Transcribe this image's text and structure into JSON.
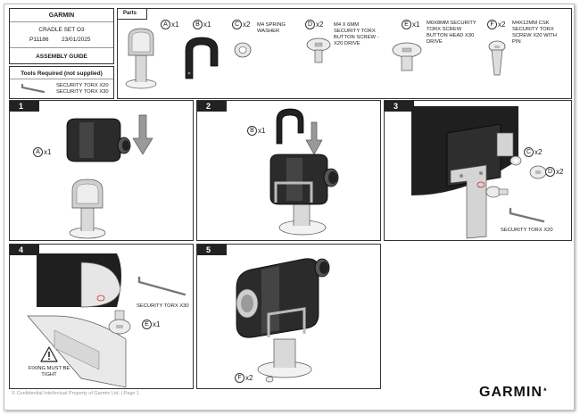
{
  "title_block": {
    "brand": "GARMIN",
    "product": "CRADLE SET O3",
    "part_number": "P11186",
    "date": "23/01/2025",
    "doc_type": "ASSEMBLY GUIDE"
  },
  "tools": {
    "heading": "Tools Required (not supplied)",
    "items": [
      "SECURITY TORX X20",
      "SECURITY TORX X30"
    ]
  },
  "parts": {
    "heading": "Parts",
    "items": [
      {
        "letter": "A",
        "qty": "x1",
        "desc": ""
      },
      {
        "letter": "B",
        "qty": "x1",
        "desc": ""
      },
      {
        "letter": "C",
        "qty": "x2",
        "desc": "M4 SPRING WASHER"
      },
      {
        "letter": "D",
        "qty": "x2",
        "desc": "M4 X 6MM SECURITY TORX BUTTON SCREW - X20 DRIVE"
      },
      {
        "letter": "E",
        "qty": "x1",
        "desc": "M6X8MM SECURITY TORX SCREW BUTTON HEAD X30 DRIVE"
      },
      {
        "letter": "F",
        "qty": "x2",
        "desc": "M4X12MM CSK SECURITY TORX SCREW X20 WITH PIN"
      }
    ]
  },
  "steps": [
    {
      "number": "1",
      "callouts": [
        {
          "letter": "A",
          "qty": "x1"
        }
      ]
    },
    {
      "number": "2",
      "callouts": [
        {
          "letter": "B",
          "qty": "x1"
        }
      ]
    },
    {
      "number": "3",
      "callouts": [
        {
          "letter": "C",
          "qty": "x2"
        },
        {
          "letter": "D",
          "qty": "x2"
        }
      ],
      "note": "SECURITY TORX X20"
    },
    {
      "number": "4",
      "callouts": [
        {
          "letter": "E",
          "qty": "x1"
        }
      ],
      "note": "SECURITY TORX X30",
      "warning": "FIXING MUST BE TIGHT"
    },
    {
      "number": "5",
      "callouts": [
        {
          "letter": "F",
          "qty": "x2"
        }
      ]
    }
  ],
  "footer": {
    "confidential": "© Confidential Intellectual Property of Garmin Ltd.  |  Page 1",
    "logo": "GARMIN"
  }
}
